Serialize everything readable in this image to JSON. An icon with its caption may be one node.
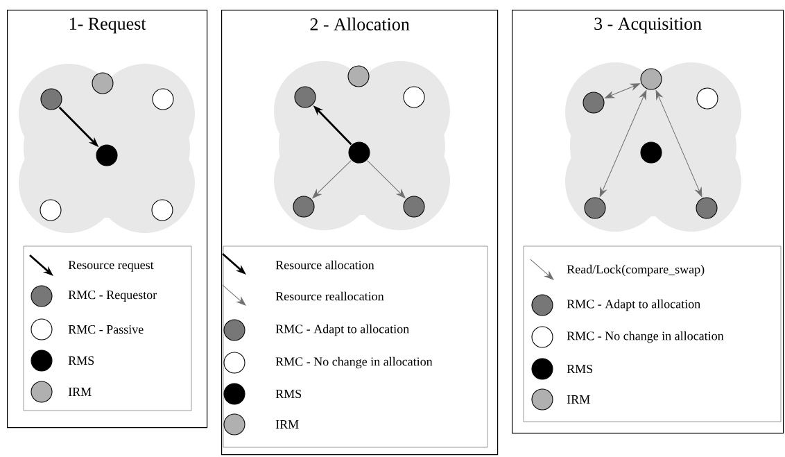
{
  "diagram": {
    "nodes": [
      {
        "text": [
          "1- Request"
        ]
      },
      {
        "text": [],
        "shape": "circle",
        "in": 0
      },
      {
        "text": [],
        "shape": "circle",
        "in": 0
      },
      {
        "text": [],
        "shape": "circle",
        "in": 0
      },
      {
        "text": [],
        "shape": "circle",
        "in": 0
      },
      {
        "text": [],
        "shape": "circle",
        "in": 0
      },
      {
        "text": [],
        "shape": "circle",
        "in": 0
      },
      {
        "text": [
          "2 - Allocation"
        ]
      },
      {
        "text": [],
        "shape": "circle",
        "in": 7
      },
      {
        "text": [],
        "shape": "circle",
        "in": 7
      },
      {
        "text": [],
        "shape": "circle",
        "in": 7
      },
      {
        "text": [],
        "shape": "circle",
        "in": 7
      },
      {
        "text": [],
        "shape": "circle",
        "in": 7
      },
      {
        "text": [],
        "shape": "circle",
        "in": 7
      },
      {
        "text": [
          "3 - Acquisition"
        ]
      },
      {
        "text": [],
        "shape": "circle",
        "in": 14
      },
      {
        "text": [],
        "shape": "circle",
        "in": 14
      },
      {
        "text": [],
        "shape": "circle",
        "in": 14
      },
      {
        "text": [],
        "shape": "circle",
        "in": 14
      },
      {
        "text": [],
        "shape": "circle",
        "in": 14
      },
      {
        "text": [],
        "shape": "circle",
        "in": 14
      }
    ],
    "edges": [
      {
        "from": 2,
        "to": 4,
        "arrow": "to",
        "style": "thick",
        "color": "#000000"
      },
      {
        "from": 11,
        "to": 9,
        "arrow": "to",
        "style": "thick",
        "color": "#000000"
      },
      {
        "from": 11,
        "to": 12,
        "arrow": "to"
      },
      {
        "from": 11,
        "to": 13,
        "arrow": "to"
      },
      {
        "from": 15,
        "to": 16,
        "arrow": "both"
      },
      {
        "from": 15,
        "to": 19,
        "arrow": "both"
      },
      {
        "from": 15,
        "to": 20,
        "arrow": "both"
      }
    ],
    "legend": [
      {
        "text": "Resource request"
      },
      {
        "text": "RMC - Requestor",
        "color": "#777777"
      },
      {
        "text": "RMC - Passive"
      },
      {
        "text": "RMS",
        "color": "#000000"
      },
      {
        "text": "IRM",
        "color": "#b0b0b0"
      },
      {
        "text": "Resource allocation"
      },
      {
        "text": "Resource reallocation"
      },
      {
        "text": "RMC - Adapt to allocation",
        "color": "#777777"
      },
      {
        "text": "RMC - No change in allocation"
      },
      {
        "text": "RMS",
        "color": "#000000"
      },
      {
        "text": "IRM",
        "color": "#b0b0b0"
      },
      {
        "text": "Read/Lock(compare_swap)"
      },
      {
        "text": "RMC - Adapt to allocation",
        "color": "#777777"
      },
      {
        "text": "RMC - No change in allocation"
      },
      {
        "text": "RMS",
        "color": "#000000"
      },
      {
        "text": "IRM",
        "color": "#b0b0b0"
      }
    ]
  }
}
